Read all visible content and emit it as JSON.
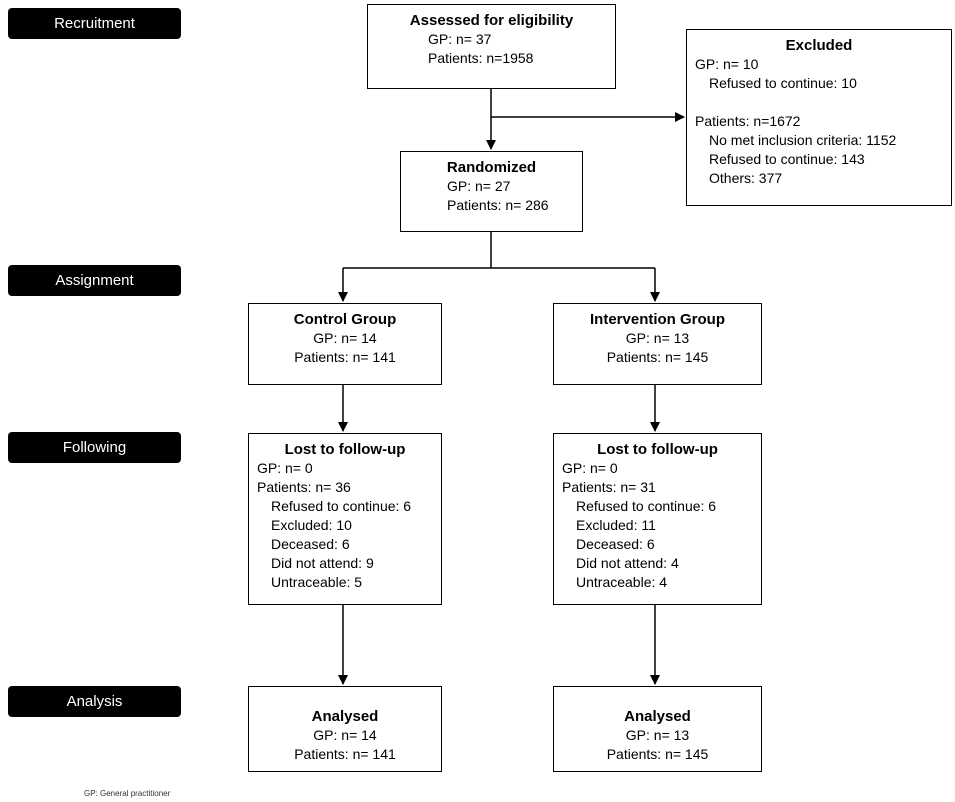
{
  "stages": {
    "recruitment": "Recruitment",
    "assignment": "Assignment",
    "following": "Following",
    "analysis": "Analysis"
  },
  "assessed": {
    "title": "Assessed for eligibility",
    "gp": "GP:  n= 37",
    "patients": "Patients:  n=1958"
  },
  "excluded": {
    "title": "Excluded",
    "gp": "GP:  n= 10",
    "gp_refused": "Refused to continue: 10",
    "patients": "Patients:  n=1672",
    "no_met": "No met inclusion criteria: 1152",
    "refused": "Refused to continue: 143",
    "others": "Others: 377"
  },
  "randomized": {
    "title": "Randomized",
    "gp": "GP:  n= 27",
    "patients": "Patients:  n= 286"
  },
  "control": {
    "title": "Control Group",
    "gp": "GP:  n= 14",
    "patients": "Patients:  n= 141"
  },
  "intervention": {
    "title": "Intervention Group",
    "gp": "GP:  n= 13",
    "patients": "Patients:  n= 145"
  },
  "lost_control": {
    "title": "Lost to follow-up",
    "gp": "GP:  n= 0",
    "patients": "Patients:  n= 36",
    "refused": "Refused to continue: 6",
    "excluded": "Excluded: 10",
    "deceased": "Deceased: 6",
    "did_not_attend": "Did not attend: 9",
    "untraceable": "Untraceable: 5"
  },
  "lost_intervention": {
    "title": "Lost to follow-up",
    "gp": "GP:  n= 0",
    "patients": "Patients:  n= 31",
    "refused": "Refused to continue: 6",
    "excluded": "Excluded: 11",
    "deceased": "Deceased: 6",
    "did_not_attend": "Did not attend: 4",
    "untraceable": "Untraceable: 4"
  },
  "analysed_control": {
    "title": "Analysed",
    "gp": "GP:  n= 14",
    "patients": "Patients:  n= 141"
  },
  "analysed_intervention": {
    "title": "Analysed",
    "gp": "GP:  n= 13",
    "patients": "Patients:  n= 145"
  },
  "footnote": "GP: General practitioner"
}
